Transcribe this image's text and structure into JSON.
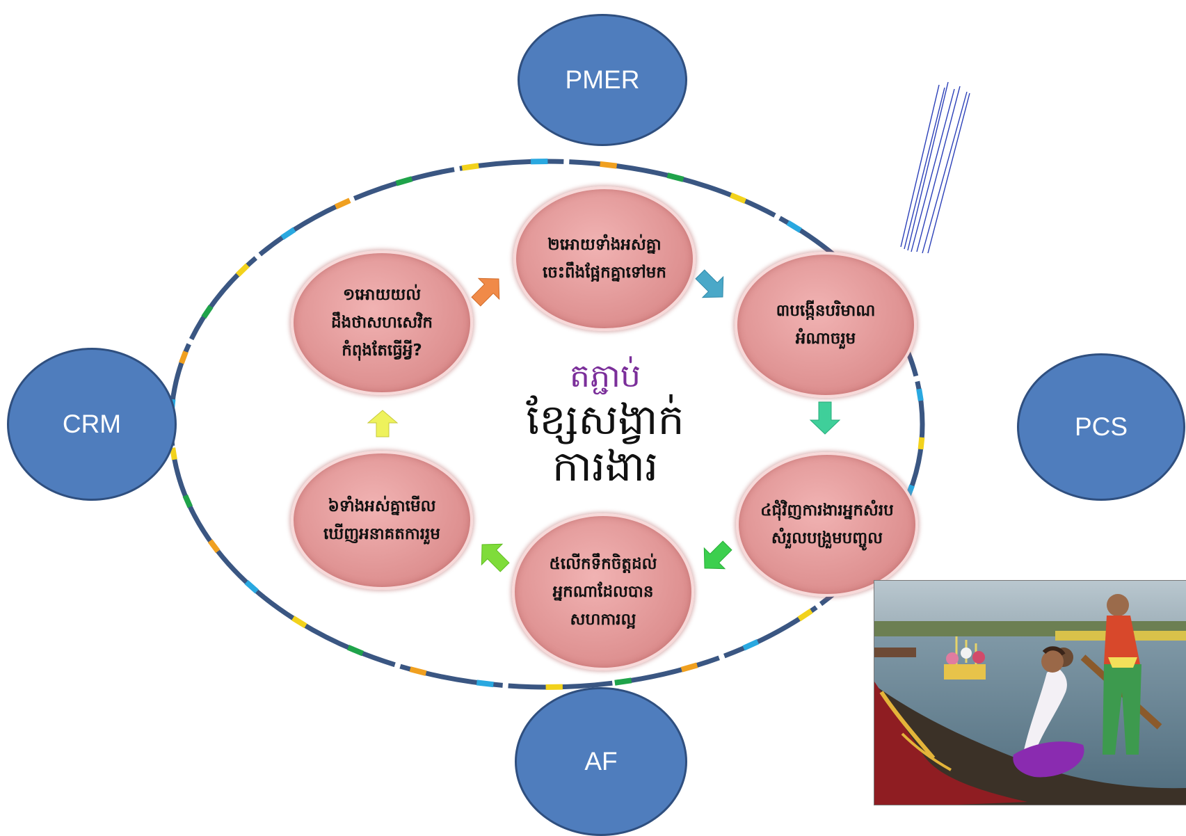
{
  "outer_nodes": {
    "top": "PMER",
    "left": "CRM",
    "right": "PCS",
    "bottom": "AF"
  },
  "center_title": {
    "line1": "តភ្ជាប់",
    "line2": "ខ្សែសង្វាក់",
    "line3": "ការងារ"
  },
  "steps": [
    "១អោយយល់ដឹងថាសហសេវិកកំពុងតែធ្វើអ្វី?",
    "២អោយទាំងអស់គ្នាចេះពឹងផ្អែកគ្នាទៅមក",
    "៣បង្កើនបរិមាណអំណាចរួម",
    "៤ជុំវិញការងារអ្នកសំរបសំរួលបង្រួមបញ្ចូល",
    "៥លើកទឹកចិត្តដល់អ្នកណាដែលបានសហការល្អ",
    "៦ទាំងអស់គ្នាមើលឃើញអនាគតការរួម"
  ],
  "colors": {
    "outer_node": "#4f7dbd",
    "ring": "#3a5682",
    "step_bubble": "#e19a9a",
    "title_accent": "#7b2f9a",
    "arrow_step1_to_2": "#f08a48",
    "arrow_step2_to_3": "#4aa8c8",
    "arrow_step3_to_4": "#3fcf9a",
    "arrow_step4_to_5": "#3ccf4e",
    "arrow_step5_to_6": "#7fdc3a",
    "arrow_step6_to_1": "#eef25c"
  },
  "photo": {
    "subject": "boat-race-dancer-and-rower"
  }
}
